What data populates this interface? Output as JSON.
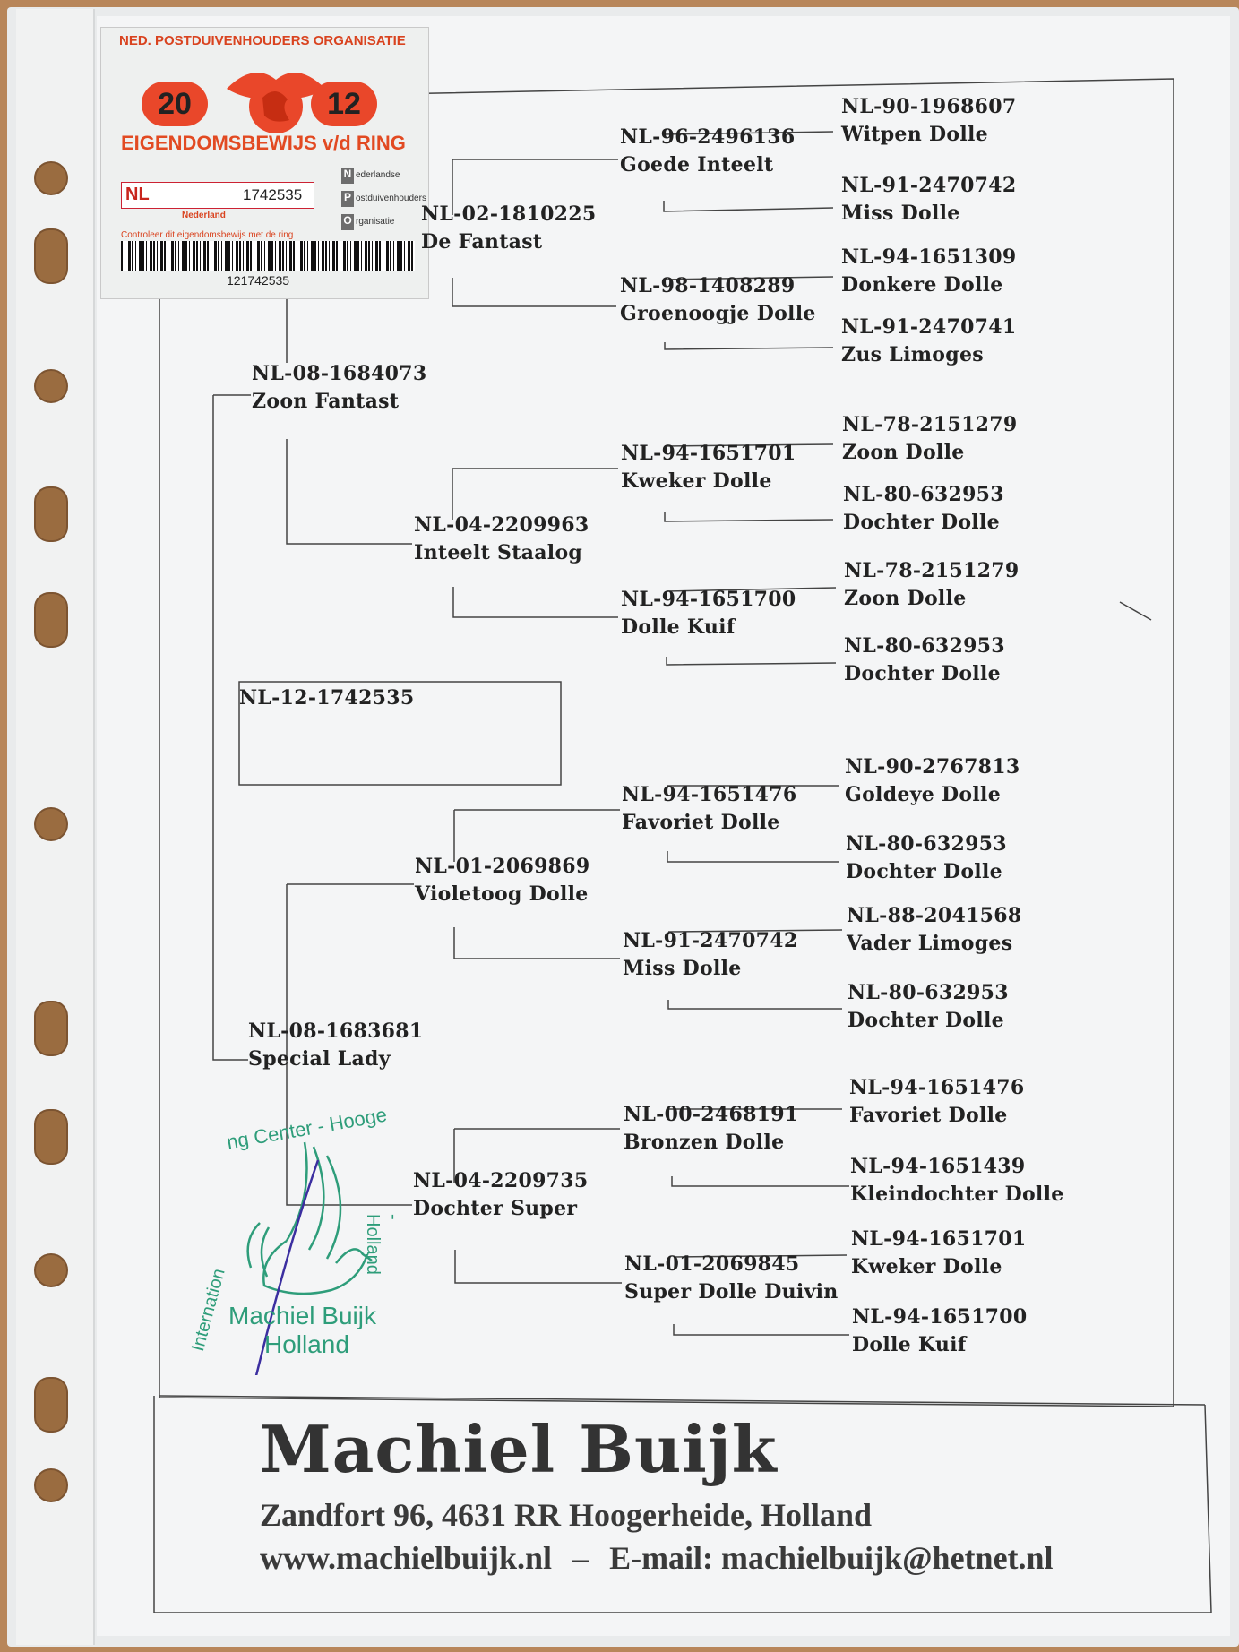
{
  "card": {
    "org": "NED. POSTDUIVENHOUDERS ORGANISATIE",
    "year_left": "20",
    "year_right": "12",
    "title": "EIGENDOMSBEWIJS v/d RING",
    "country_code": "NL",
    "ring_number": "1742535",
    "country": "Nederland",
    "npo_n": "N",
    "npo_n_text": "ederlandse",
    "npo_p": "P",
    "npo_p_text": "ostduivenhouders",
    "npo_o": "O",
    "npo_o_text": "rganisatie",
    "check_text": "Controleer dit eigendomsbewijs met de ring",
    "barcode_number": "121742535"
  },
  "subject": {
    "ring": "NL-12-1742535"
  },
  "pedigree": {
    "sire": {
      "ring": "NL-08-1684073",
      "name": "Zoon Fantast"
    },
    "dam": {
      "ring": "NL-08-1683681",
      "name": "Special Lady"
    },
    "ss": {
      "ring": "NL-02-1810225",
      "name": "De Fantast"
    },
    "sd": {
      "ring": "NL-04-2209963",
      "name": "Inteelt Staalog"
    },
    "ds": {
      "ring": "NL-01-2069869",
      "name": "Violetoog Dolle"
    },
    "dd": {
      "ring": "NL-04-2209735",
      "name": "Dochter Super"
    },
    "sss": {
      "ring": "NL-96-2496136",
      "name": "Goede Inteelt"
    },
    "ssd": {
      "ring": "NL-98-1408289",
      "name": "Groenoogje Dolle"
    },
    "sds": {
      "ring": "NL-94-1651701",
      "name": "Kweker Dolle"
    },
    "sdd": {
      "ring": "NL-94-1651700",
      "name": "Dolle Kuif"
    },
    "dss": {
      "ring": "NL-94-1651476",
      "name": "Favoriet Dolle"
    },
    "dsd": {
      "ring": "NL-91-2470742",
      "name": "Miss Dolle"
    },
    "dds": {
      "ring": "NL-00-2468191",
      "name": "Bronzen Dolle"
    },
    "ddd": {
      "ring": "NL-01-2069845",
      "name": "Super Dolle Duivin"
    },
    "g1": {
      "ring": "NL-90-1968607",
      "name": "Witpen Dolle"
    },
    "g2": {
      "ring": "NL-91-2470742",
      "name": "Miss Dolle"
    },
    "g3": {
      "ring": "NL-94-1651309",
      "name": "Donkere Dolle"
    },
    "g4": {
      "ring": "NL-91-2470741",
      "name": "Zus Limoges"
    },
    "g5": {
      "ring": "NL-78-2151279",
      "name": "Zoon Dolle"
    },
    "g6": {
      "ring": "NL-80-632953",
      "name": "Dochter Dolle"
    },
    "g7": {
      "ring": "NL-78-2151279",
      "name": "Zoon Dolle"
    },
    "g8": {
      "ring": "NL-80-632953",
      "name": "Dochter Dolle"
    },
    "g9": {
      "ring": "NL-90-2767813",
      "name": "Goldeye Dolle"
    },
    "g10": {
      "ring": "NL-80-632953",
      "name": "Dochter Dolle"
    },
    "g11": {
      "ring": "NL-88-2041568",
      "name": "Vader Limoges"
    },
    "g12": {
      "ring": "NL-80-632953",
      "name": "Dochter Dolle"
    },
    "g13": {
      "ring": "NL-94-1651476",
      "name": "Favoriet Dolle"
    },
    "g14": {
      "ring": "NL-94-1651439",
      "name": "Kleindochter Dolle"
    },
    "g15": {
      "ring": "NL-94-1651701",
      "name": "Kweker Dolle"
    },
    "g16": {
      "ring": "NL-94-1651700",
      "name": "Dolle Kuif"
    }
  },
  "stamp": {
    "arc_text": "ng Center - Hooge",
    "side_right": "- Holland",
    "side_left": "Internation",
    "name": "Machiel Buijk",
    "country": "Holland"
  },
  "footer": {
    "name": "Machiel Buijk",
    "address": "Zandfort 96, 4631 RR Hoogerheide, Holland",
    "web": "www.machielbuijk.nl",
    "separator": "–",
    "email": "E-mail: machielbuijk@hetnet.nl"
  }
}
